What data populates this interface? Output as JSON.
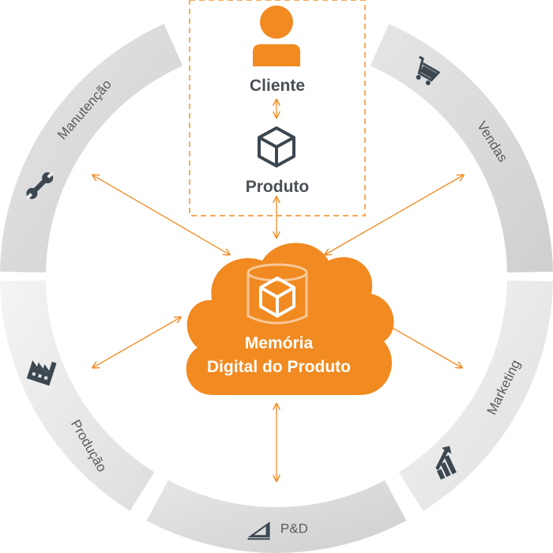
{
  "colors": {
    "accent": "#f18a21",
    "segment": "#d9d9d9",
    "segment_light": "#ececec",
    "icon_dark": "#3c4750",
    "text_dark": "#4a4f55",
    "dashed_border": "#f18a21"
  },
  "center": {
    "title_line1": "Memória",
    "title_line2": "Digital do Produto",
    "icon": "database-cube-icon"
  },
  "top_box": {
    "customer_label": "Cliente",
    "customer_icon": "person-icon",
    "product_label": "Produto",
    "product_icon": "cube-icon"
  },
  "segments": [
    {
      "id": "manutencao",
      "label": "Manutenção",
      "icon": "wrench-icon"
    },
    {
      "id": "vendas",
      "label": "Vendas",
      "icon": "shopping-cart-icon"
    },
    {
      "id": "marketing",
      "label": "Marketing",
      "icon": "growth-chart-icon"
    },
    {
      "id": "pd",
      "label": "P&D",
      "icon": "ruler-triangle-icon"
    },
    {
      "id": "producao",
      "label": "Produção",
      "icon": "factory-icon"
    }
  ]
}
